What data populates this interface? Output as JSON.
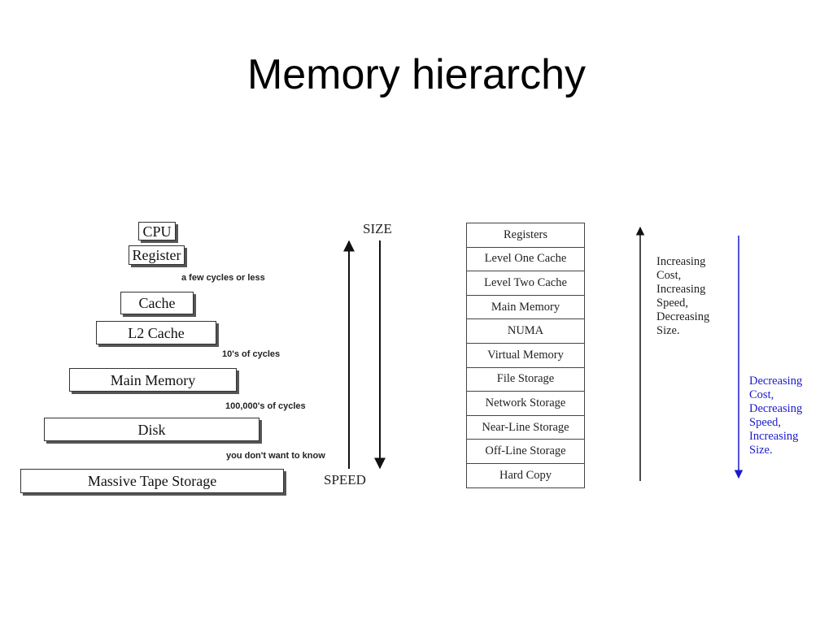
{
  "slide": {
    "title": "Memory hierarchy"
  },
  "pyramid": {
    "levels": [
      {
        "label": "CPU"
      },
      {
        "label": "Register"
      },
      {
        "label": "Cache"
      },
      {
        "label": "L2 Cache"
      },
      {
        "label": "Main Memory"
      },
      {
        "label": "Disk"
      },
      {
        "label": "Massive Tape Storage"
      }
    ],
    "latency_notes": [
      "a few cycles or less",
      "10's of cycles",
      "100,000's of cycles",
      "you don't want to know"
    ],
    "size_label": "SIZE",
    "speed_label": "SPEED"
  },
  "storage_stack": {
    "rows": [
      "Registers",
      "Level One Cache",
      "Level Two Cache",
      "Main Memory",
      "NUMA",
      "Virtual Memory",
      "File Storage",
      "Network Storage",
      "Near-Line Storage",
      "Off-Line Storage",
      "Hard Copy"
    ],
    "up_text": "Increasing\nCost,\nIncreasing\nSpeed,\nDecreasing\nSize.",
    "down_text": "Decreasing\nCost,\nDecreasing\nSpeed,\nIncreasing\nSize.",
    "colors": {
      "up": "#222222",
      "down": "#1a1acc"
    }
  }
}
